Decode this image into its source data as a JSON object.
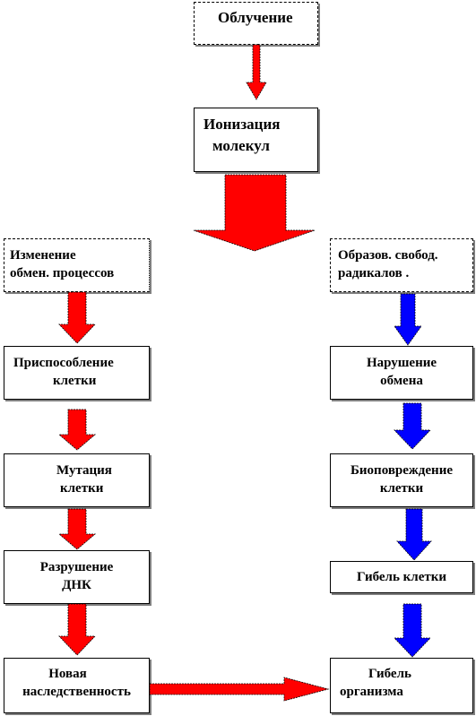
{
  "nodes": {
    "irradiation": "Облучение",
    "ionization_1": "Ионизация",
    "ionization_2": "молекул",
    "metabolic_change_1": "Изменение",
    "metabolic_change_2": "обмен. процессов",
    "radicals_1": "Образов. свобод.",
    "radicals_2": "радикалов .",
    "cell_adaptation_1": "Приспособление",
    "cell_adaptation_2": "клетки",
    "metabolism_disorder_1": "Нарушение",
    "metabolism_disorder_2": "обмена",
    "cell_mutation_1": "Мутация",
    "cell_mutation_2": "клетки",
    "bio_damage_1": "Биоповреждение",
    "bio_damage_2": "клетки",
    "dna_destruction_1": "Разрушение",
    "dna_destruction_2": "ДНК",
    "cell_death": "Гибель клетки",
    "new_heredity_1": "Новая",
    "new_heredity_2": "наследственность",
    "organism_death_1": "Гибель",
    "organism_death_2": "организма"
  },
  "colors": {
    "red_arrow": "#ff0000",
    "blue_arrow": "#0000ff",
    "box_border": "#000000",
    "box_shadow": "#7f7f7f"
  }
}
